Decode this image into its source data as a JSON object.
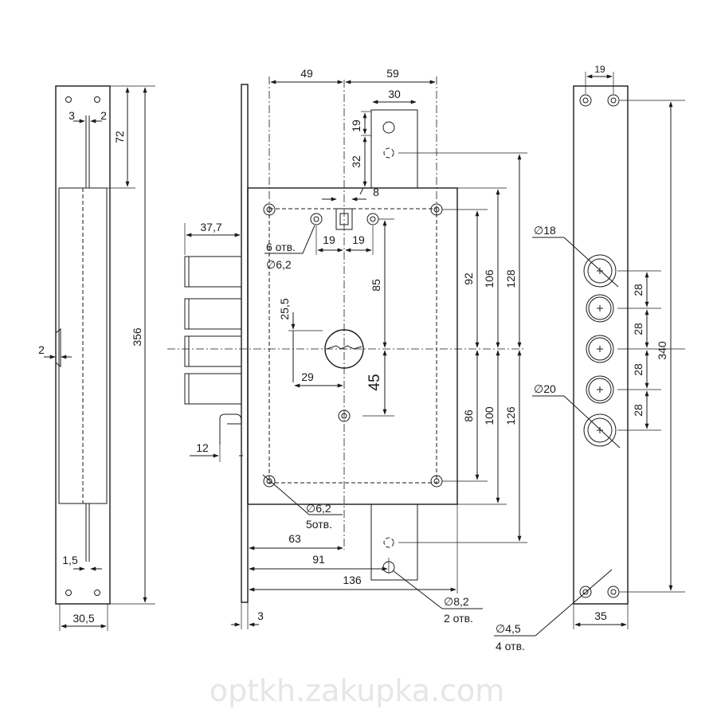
{
  "labels": {
    "d49": "49",
    "d59": "59",
    "d30": "30",
    "d19a": "19",
    "d32": "32",
    "d8": "8",
    "d37_7": "37,7",
    "holes6": "6 отв.",
    "dia6_2a": "∅6,2",
    "d19b": "19",
    "d19c": "19",
    "d85": "85",
    "d25_5": "25,5",
    "d29": "29",
    "d45": "45",
    "d92": "92",
    "d106": "106",
    "d128": "128",
    "d86": "86",
    "d100": "100",
    "d126": "126",
    "d12": "12",
    "dia6_2b": "∅6,2",
    "holes5": "5отв.",
    "d63": "63",
    "d91": "91",
    "d136": "136",
    "d3": "3",
    "dia8_2": "∅8,2",
    "holes2": "2 отв.",
    "left_3": "3",
    "left_2": "2",
    "left_72": "72",
    "left_356": "356",
    "left_2b": "2",
    "left_1_5": "1,5",
    "left_30_5": "30,5",
    "right_19": "19",
    "dia18": "∅18",
    "dia20": "∅20",
    "r28a": "28",
    "r28b": "28",
    "r28c": "28",
    "r28d": "28",
    "r340": "340",
    "r35": "35",
    "dia4_5": "∅4,5",
    "holes4": "4 отв."
  },
  "watermark": "optkh.zakupka.com",
  "colors": {
    "line": "#1a1a1a",
    "background": "#ffffff",
    "watermark": "#e6e6e6"
  }
}
